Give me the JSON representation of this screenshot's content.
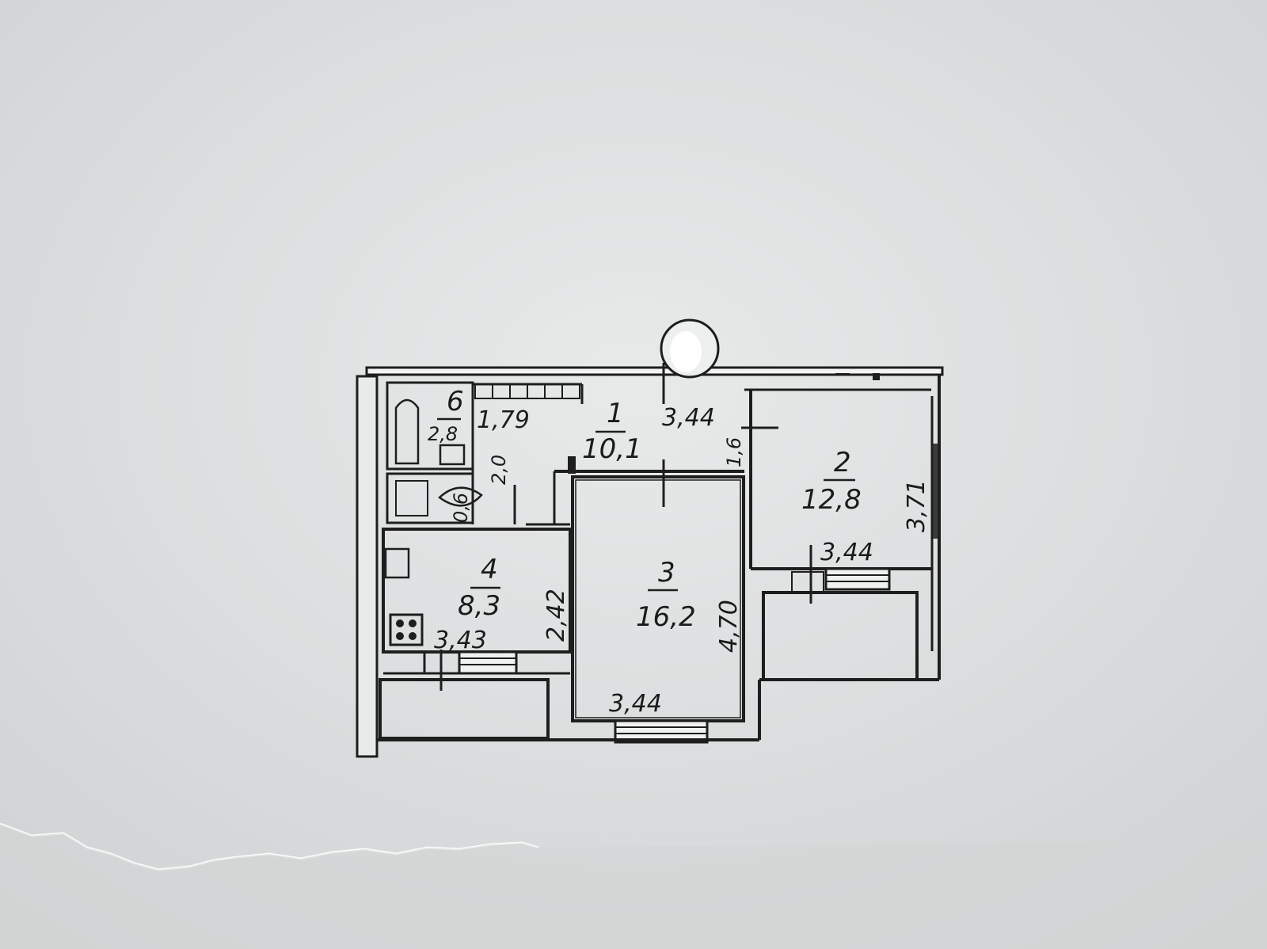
{
  "plan": {
    "rooms": [
      {
        "id": "1",
        "number": "1",
        "area": "10,1"
      },
      {
        "id": "2",
        "number": "2",
        "area": "12,8"
      },
      {
        "id": "3",
        "number": "3",
        "area": "16,2"
      },
      {
        "id": "4",
        "number": "4",
        "area": "8,3"
      },
      {
        "id": "6",
        "number": "6",
        "area": "2,8"
      }
    ],
    "dimensions": {
      "hall_width": "1,79",
      "hall_length": "3,44",
      "hall_depth": "1,6",
      "bath_wc": "2,0",
      "wc_width": "0,6",
      "room2_depth": "3,71",
      "room2_width": "3,44",
      "kitchen_depth": "2,42",
      "kitchen_width": "3,43",
      "room3_depth": "4,70",
      "room3_width": "3,44"
    }
  },
  "colors": {
    "paper": "#dcdfdf",
    "ink": "#1e1e1e"
  }
}
